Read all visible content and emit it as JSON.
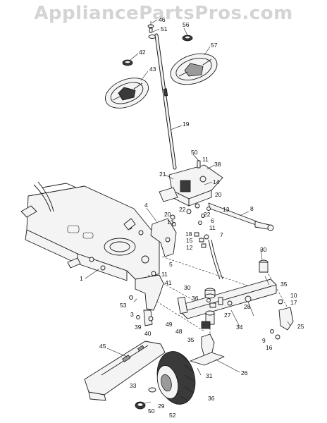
{
  "watermark": "AppliancePartsPros.com",
  "callouts": [
    {
      "id": "c46",
      "text": "46"
    },
    {
      "id": "c51",
      "text": "51"
    },
    {
      "id": "c56",
      "text": "56"
    },
    {
      "id": "c57",
      "text": "57"
    },
    {
      "id": "c42",
      "text": "42"
    },
    {
      "id": "c43",
      "text": "43"
    },
    {
      "id": "c19",
      "text": "19"
    },
    {
      "id": "c50a",
      "text": "50"
    },
    {
      "id": "c11a",
      "text": "11"
    },
    {
      "id": "c38",
      "text": "38"
    },
    {
      "id": "c21",
      "text": "21"
    },
    {
      "id": "c14",
      "text": "14"
    },
    {
      "id": "c20a",
      "text": "20"
    },
    {
      "id": "c4",
      "text": "4"
    },
    {
      "id": "c22a",
      "text": "22"
    },
    {
      "id": "c13a",
      "text": "13"
    },
    {
      "id": "c8",
      "text": "8"
    },
    {
      "id": "c20b",
      "text": "20"
    },
    {
      "id": "c22b",
      "text": "22"
    },
    {
      "id": "c13b",
      "text": "13"
    },
    {
      "id": "c6",
      "text": "6"
    },
    {
      "id": "c11b",
      "text": "11"
    },
    {
      "id": "c18",
      "text": "18"
    },
    {
      "id": "c7",
      "text": "7"
    },
    {
      "id": "c15",
      "text": "15"
    },
    {
      "id": "c12",
      "text": "12"
    },
    {
      "id": "c5",
      "text": "5"
    },
    {
      "id": "c1",
      "text": "1"
    },
    {
      "id": "c11c",
      "text": "11"
    },
    {
      "id": "c41",
      "text": "41"
    },
    {
      "id": "c30a",
      "text": "30"
    },
    {
      "id": "c35a",
      "text": "35"
    },
    {
      "id": "c30b",
      "text": "30"
    },
    {
      "id": "c10",
      "text": "10"
    },
    {
      "id": "c17",
      "text": "17"
    },
    {
      "id": "c53",
      "text": "53"
    },
    {
      "id": "c36a",
      "text": "36"
    },
    {
      "id": "c3",
      "text": "3"
    },
    {
      "id": "c28",
      "text": "28"
    },
    {
      "id": "c27",
      "text": "27"
    },
    {
      "id": "c39",
      "text": "39"
    },
    {
      "id": "c40",
      "text": "40"
    },
    {
      "id": "c49",
      "text": "49"
    },
    {
      "id": "c48",
      "text": "48"
    },
    {
      "id": "c34",
      "text": "34"
    },
    {
      "id": "c25",
      "text": "25"
    },
    {
      "id": "c35b",
      "text": "35"
    },
    {
      "id": "c9",
      "text": "9"
    },
    {
      "id": "c16",
      "text": "16"
    },
    {
      "id": "c45",
      "text": "45"
    },
    {
      "id": "c26",
      "text": "26"
    },
    {
      "id": "c31",
      "text": "31"
    },
    {
      "id": "c33",
      "text": "33"
    },
    {
      "id": "c36b",
      "text": "36"
    },
    {
      "id": "c29",
      "text": "29"
    },
    {
      "id": "c50b",
      "text": "50"
    },
    {
      "id": "c52",
      "text": "52"
    }
  ]
}
